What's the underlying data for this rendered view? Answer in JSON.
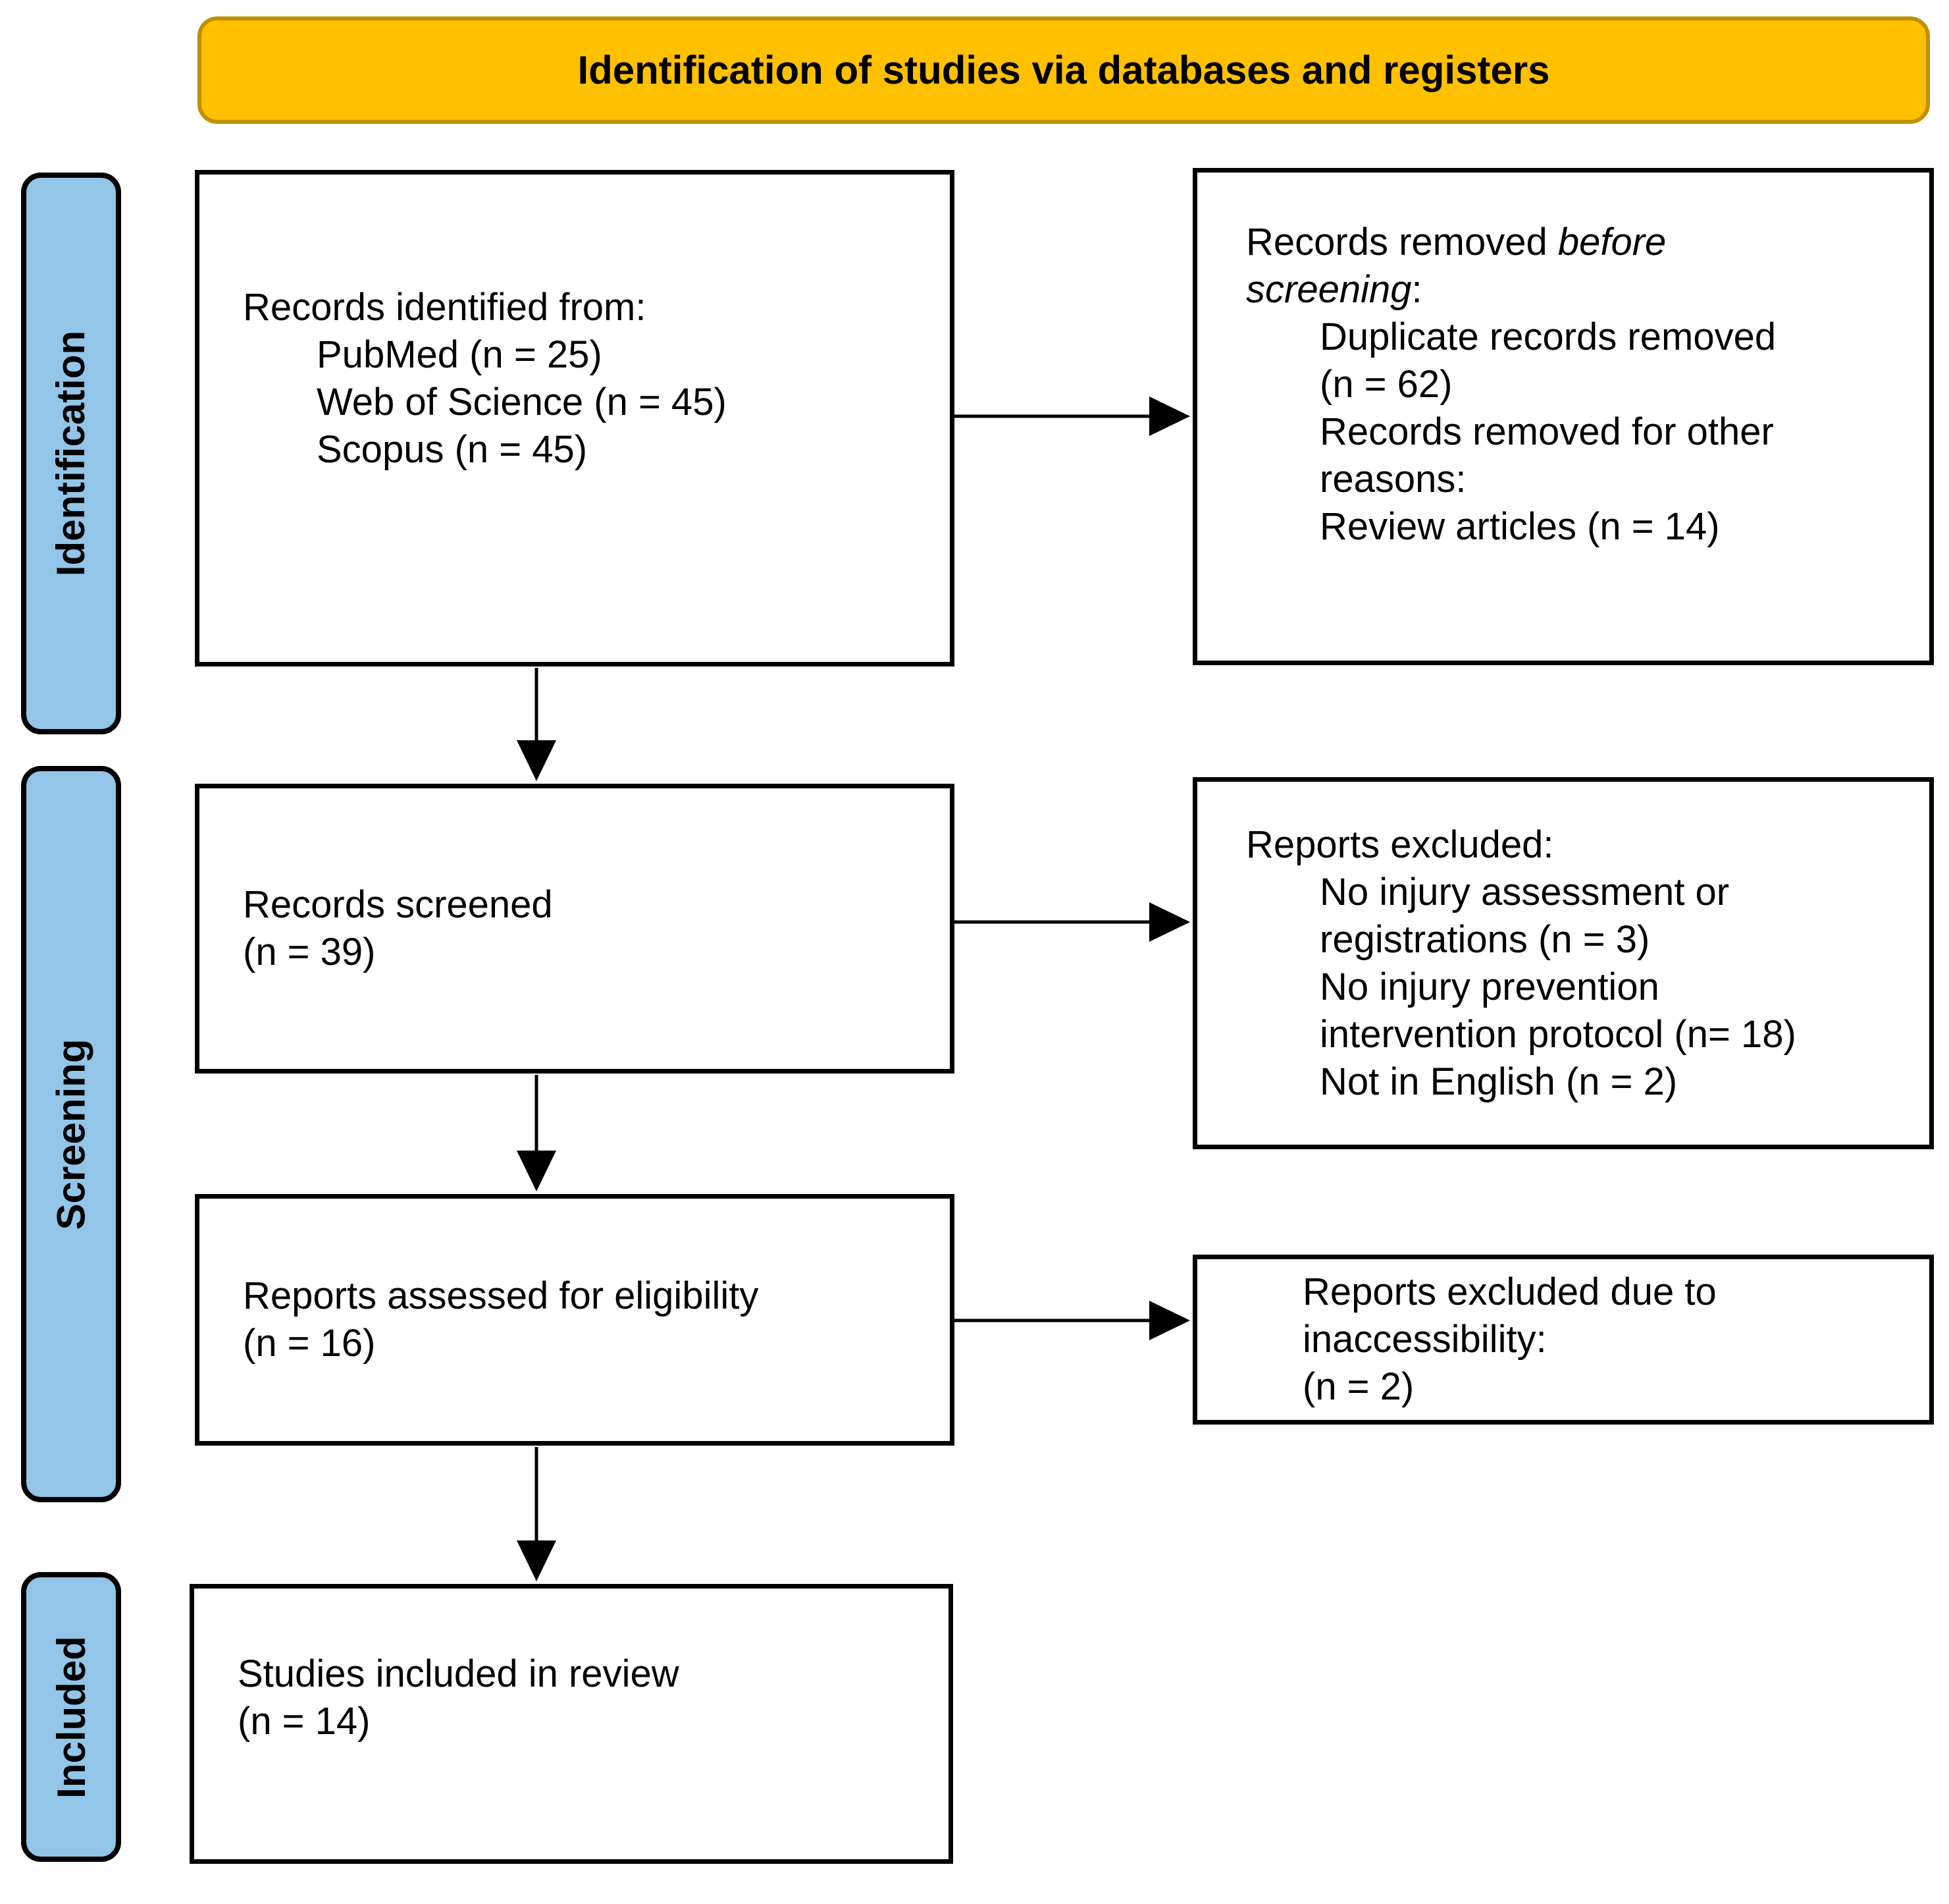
{
  "banner": {
    "title": "Identification of studies via databases and registers"
  },
  "sidebar": {
    "items": [
      {
        "label": "Identification"
      },
      {
        "label": "Screening"
      },
      {
        "label": "Included"
      }
    ]
  },
  "flow": {
    "boxes": {
      "records_identified": {
        "lines": [
          {
            "text": "Records identified from:"
          },
          {
            "text": "PubMed (n = 25)",
            "indent": true
          },
          {
            "text": "Web of Science (n = 45)",
            "indent": true
          },
          {
            "text": "Scopus (n = 45)",
            "indent": true
          }
        ]
      },
      "records_removed": {
        "lines": [
          {
            "parts": [
              {
                "text": "Records removed "
              },
              {
                "text": "before",
                "italic": true
              }
            ]
          },
          {
            "parts": [
              {
                "text": "screening",
                "italic": true
              },
              {
                "text": ":"
              }
            ]
          },
          {
            "text": "Duplicate records removed",
            "indent": true
          },
          {
            "text": "(n = 62)",
            "indent": true
          },
          {
            "text": "Records removed for other",
            "indent": true
          },
          {
            "text": "reasons:",
            "indent": true
          },
          {
            "text": "Review articles (n = 14)",
            "indent": true
          }
        ]
      },
      "records_screened": {
        "lines": [
          {
            "text": "Records screened"
          },
          {
            "text": "(n = 39)"
          }
        ]
      },
      "reports_excluded": {
        "lines": [
          {
            "text": "Reports excluded:"
          },
          {
            "text": "No injury assessment or",
            "indent": true
          },
          {
            "text": "registrations (n = 3)",
            "indent": true
          },
          {
            "text": "No injury prevention",
            "indent": true
          },
          {
            "text": "intervention protocol (n= 18)",
            "indent": true
          },
          {
            "text": "Not in English (n = 2)",
            "indent": true
          }
        ]
      },
      "reports_assessed": {
        "lines": [
          {
            "text": "Reports assessed for eligibility"
          },
          {
            "text": "(n = 16)"
          }
        ]
      },
      "reports_excluded_inaccessibility": {
        "lines": [
          {
            "text": "Reports excluded due to"
          },
          {
            "text": "inaccessibility:"
          },
          {
            "text": "(n = 2)"
          }
        ]
      },
      "studies_included": {
        "lines": [
          {
            "text": "Studies included in review"
          },
          {
            "text": "(n = 14)"
          }
        ]
      }
    }
  },
  "colors": {
    "banner_fill": "#FFC000",
    "banner_border": "#BF9000",
    "sidebar_fill": "#92C5E8",
    "box_border": "#000000"
  }
}
